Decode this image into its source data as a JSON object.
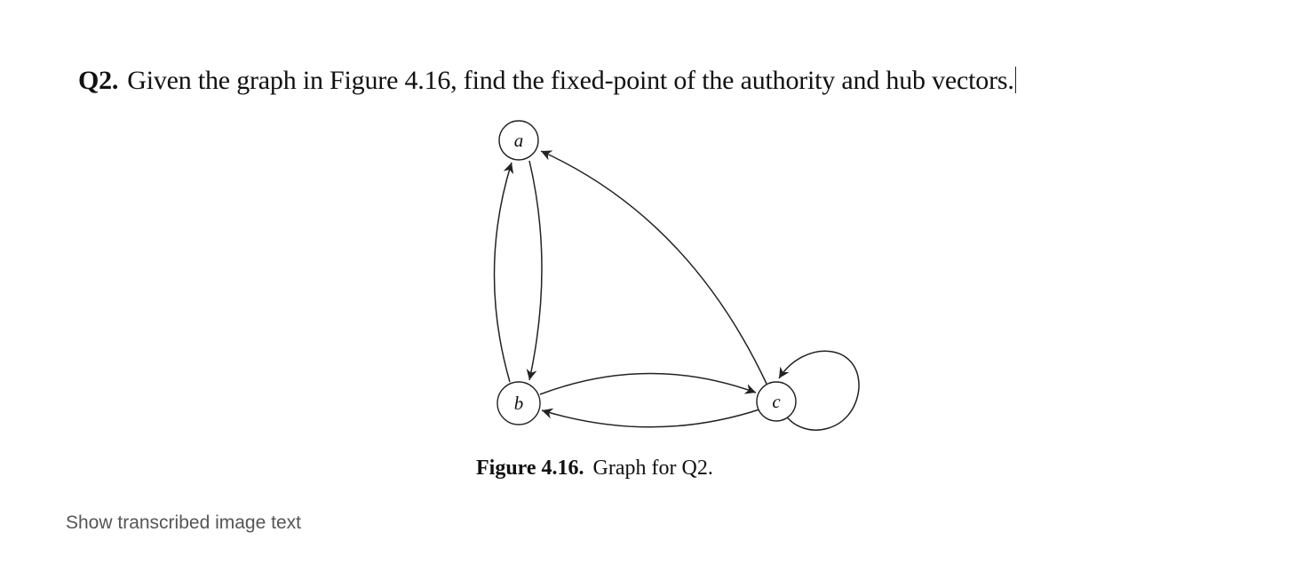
{
  "question": {
    "number": "Q2.",
    "text": "Given the graph in Figure 4.16, find the fixed-point of the authority and hub vectors."
  },
  "figure": {
    "label": "Figure 4.16.",
    "caption": "Graph for Q2.",
    "nodes": [
      {
        "id": "a",
        "label": "a"
      },
      {
        "id": "b",
        "label": "b"
      },
      {
        "id": "c",
        "label": "c"
      }
    ],
    "edges": [
      {
        "from": "a",
        "to": "b"
      },
      {
        "from": "b",
        "to": "a"
      },
      {
        "from": "b",
        "to": "c"
      },
      {
        "from": "c",
        "to": "b"
      },
      {
        "from": "c",
        "to": "a"
      },
      {
        "from": "c",
        "to": "c"
      }
    ]
  },
  "footer": {
    "link_label": "Show transcribed image text"
  }
}
